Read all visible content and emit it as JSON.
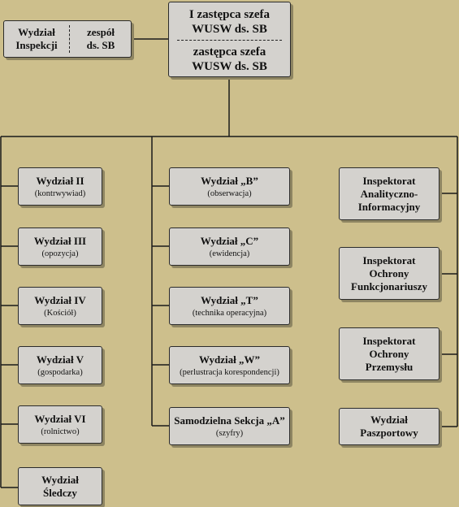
{
  "top": {
    "line1": "I zastępca szefa",
    "line2": "WUSW ds. SB",
    "line3": "zastępca szefa",
    "line4": "WUSW ds. SB"
  },
  "inspekcja": {
    "left1": "Wydział",
    "left2": "Inspekcji",
    "right1": "zespół",
    "right2": "ds. SB"
  },
  "col1": [
    {
      "title": "Wydział II",
      "sub": "(kontrwywiad)"
    },
    {
      "title": "Wydział III",
      "sub": "(opozycja)"
    },
    {
      "title": "Wydział IV",
      "sub": "(Kościół)"
    },
    {
      "title": "Wydział V",
      "sub": "(gospodarka)"
    },
    {
      "title": "Wydział VI",
      "sub": "(rolnictwo)"
    },
    {
      "title": "Wydział",
      "title2": "Śledczy"
    }
  ],
  "col2": [
    {
      "title": "Wydział „B”",
      "sub": "(obserwacja)"
    },
    {
      "title": "Wydział „C”",
      "sub": "(ewidencja)"
    },
    {
      "title": "Wydział „T”",
      "sub": "(technika operacyjna)"
    },
    {
      "title": "Wydział „W”",
      "sub": "(perlustracja korespondencji)"
    },
    {
      "title": "Samodzielna Sekcja „A”",
      "sub": "(szyfry)"
    }
  ],
  "col3": [
    {
      "l1": "Inspektorat",
      "l2": "Analityczno-",
      "l3": "Informacyjny"
    },
    {
      "l1": "Inspektorat",
      "l2": "Ochrony",
      "l3": "Funkcjonariuszy"
    },
    {
      "l1": "Inspektorat",
      "l2": "Ochrony",
      "l3": "Przemysłu"
    },
    {
      "l1": "Wydział",
      "l2": "Paszportowy"
    }
  ]
}
